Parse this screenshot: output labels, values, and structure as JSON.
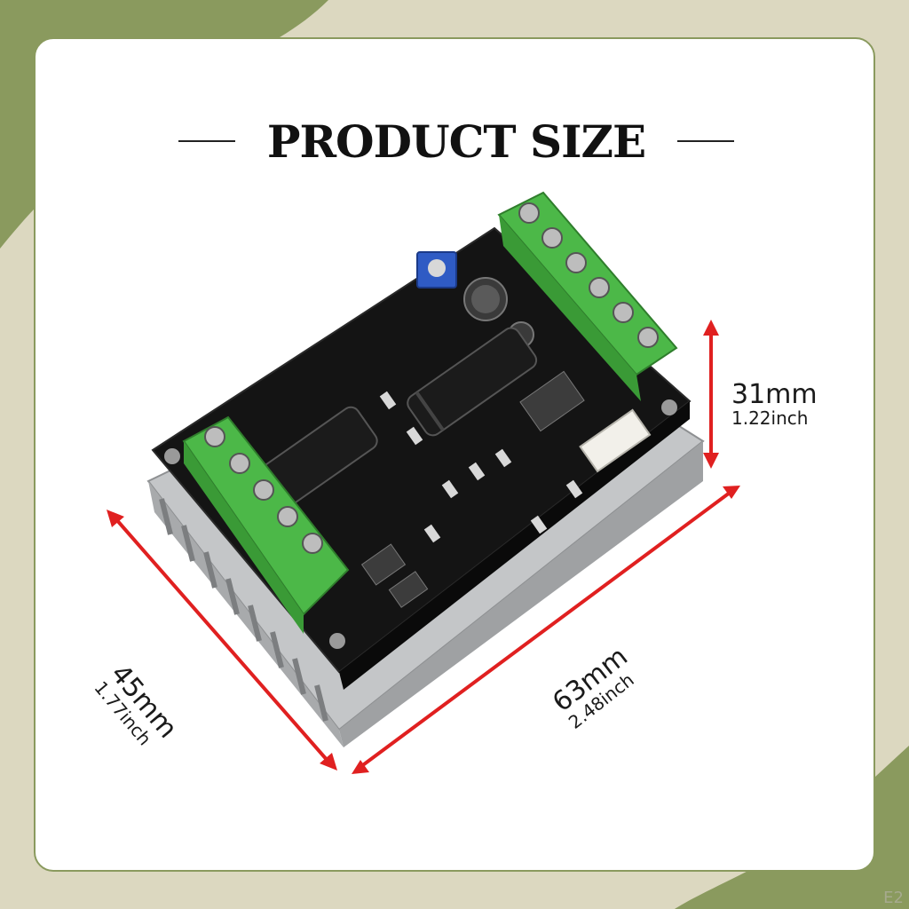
{
  "title": "PRODUCT SIZE",
  "colors": {
    "background": "#dcd8c0",
    "olive_accent": "#8a9a5e",
    "card": "#ffffff",
    "dimension_arrow": "#e02020",
    "terminal_green": "#4cb848",
    "pcb_black": "#141414",
    "heatsink": "#b9bbbd"
  },
  "dimensions": {
    "height": {
      "mm": "31mm",
      "inch": "1.22inch"
    },
    "width": {
      "mm": "45mm",
      "inch": "1.77inch"
    },
    "length": {
      "mm": "63mm",
      "inch": "2.48inch"
    }
  },
  "corner_code": "E2"
}
